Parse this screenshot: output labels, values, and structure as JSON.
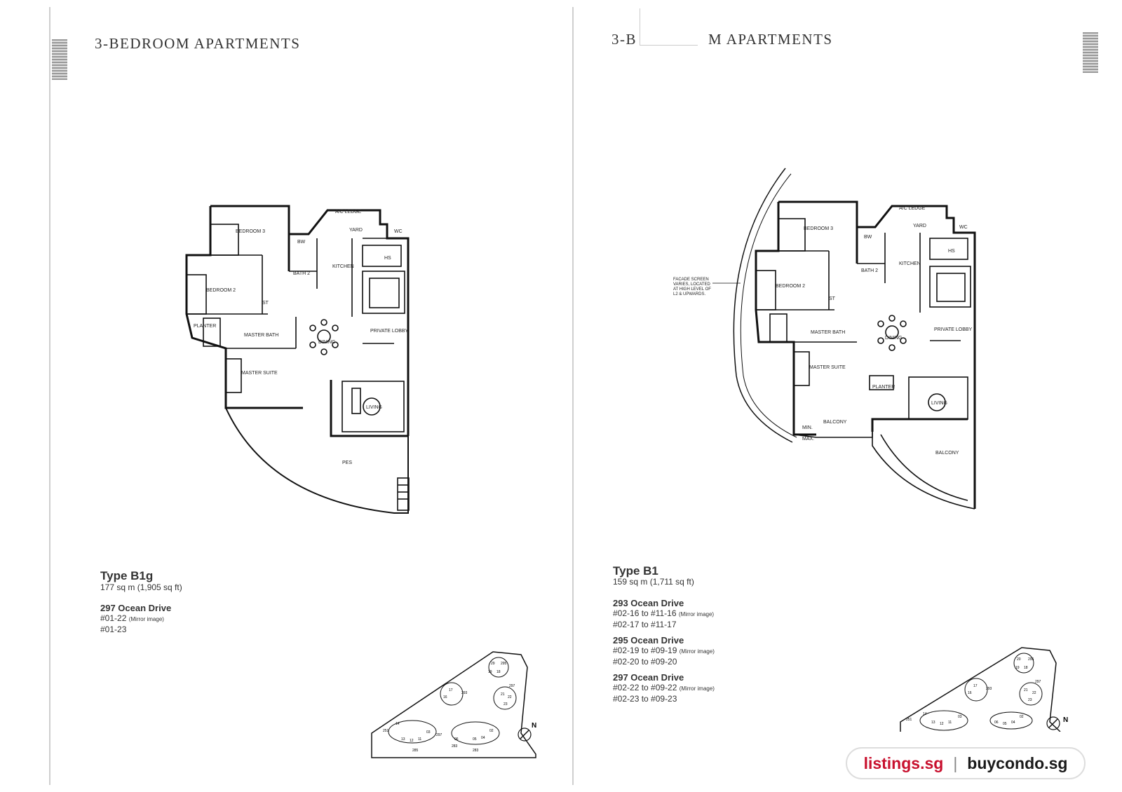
{
  "left_page": {
    "header": "3-BEDROOM APARTMENTS",
    "type_title": "Type B1g",
    "area": "177 sq m (1,905 sq ft)",
    "blocks": [
      {
        "name": "297 Ocean Drive",
        "lines": [
          {
            "text": "#01-22",
            "note": "(Mirror image)"
          },
          {
            "text": "#01-23",
            "note": ""
          }
        ]
      }
    ],
    "rooms": {
      "bedroom3": "BEDROOM 3",
      "bedroom2": "BEDROOM 2",
      "master_bath": "MASTER BATH",
      "master_suite": "MASTER SUITE",
      "bath2": "BATH 2",
      "kitchen": "KITCHEN",
      "yard": "YARD",
      "ac_ledge": "A/C LEDGE",
      "wc": "WC",
      "hs": "HS",
      "bw": "BW",
      "st": "ST",
      "dining": "DINING",
      "private_lobby": "PRIVATE LOBBY",
      "living": "LIVING",
      "pes": "PES",
      "planter": "PLANTER"
    }
  },
  "right_page": {
    "header_left": "3-B",
    "header_right": "M APARTMENTS",
    "type_title": "Type B1",
    "area": "159 sq m (1,711 sq ft)",
    "blocks": [
      {
        "name": "293 Ocean Drive",
        "lines": [
          {
            "text": "#02-16 to #11-16",
            "note": "(Mirror image)"
          },
          {
            "text": "#02-17 to #11-17",
            "note": ""
          }
        ]
      },
      {
        "name": "295 Ocean Drive",
        "lines": [
          {
            "text": "#02-19 to #09-19",
            "note": "(Mirror image)"
          },
          {
            "text": "#02-20 to #09-20",
            "note": ""
          }
        ]
      },
      {
        "name": "297 Ocean Drive",
        "lines": [
          {
            "text": "#02-22 to #09-22",
            "note": "(Mirror image)"
          },
          {
            "text": "#02-23 to #09-23",
            "note": ""
          }
        ]
      }
    ],
    "rooms": {
      "bedroom3": "BEDROOM 3",
      "bedroom2": "BEDROOM 2",
      "master_bath": "MASTER BATH",
      "master_suite": "MASTER SUITE",
      "bath2": "BATH 2",
      "kitchen": "KITCHEN",
      "yard": "YARD",
      "ac_ledge": "A/C LEDGE",
      "wc": "WC",
      "hs": "HS",
      "bw": "BW",
      "st": "ST",
      "dining": "DINING",
      "private_lobby": "PRIVATE LOBBY",
      "living": "LIVING",
      "balcony": "BALCONY",
      "planter": "PLANTER",
      "min": "MIN.",
      "max": "MAX.",
      "facade_note_1": "FACADE SCREEN",
      "facade_note_2": "VARIES, LOCATED",
      "facade_note_3": "AT HIGH LEVEL OF",
      "facade_note_4": "L2 & UPWARDS."
    }
  },
  "site_plan_left": {
    "north": "N",
    "units": [
      "29",
      "19",
      "295",
      "18",
      "17",
      "293",
      "16",
      "297",
      "22",
      "21",
      "23",
      "14",
      "251",
      "13",
      "12",
      "11",
      "03",
      "297",
      "05",
      "04",
      "02",
      "06",
      "283",
      "285",
      "283"
    ]
  },
  "site_plan_right": {
    "north": "N",
    "units": [
      "20",
      "295",
      "19",
      "18",
      "17",
      "293",
      "16",
      "297",
      "22",
      "23",
      "21",
      "251",
      "14",
      "13",
      "12",
      "11",
      "03",
      "06",
      "05",
      "04",
      "02"
    ]
  },
  "watermark": {
    "site_a": "listings.sg",
    "separator": "|",
    "site_b": "buycondo.sg"
  },
  "colors": {
    "ink": "#222222",
    "brand_red": "#c8102e",
    "paper": "#ffffff"
  }
}
